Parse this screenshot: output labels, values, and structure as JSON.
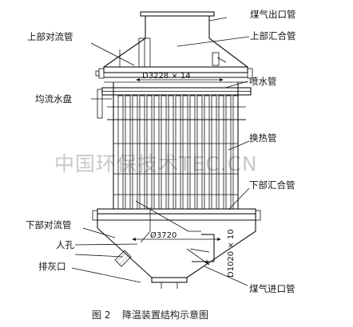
{
  "labels": {
    "gas_outlet_pipe": "煤气出口管",
    "upper_header": "上部汇合管",
    "upper_convection_pipe": "上部对流管",
    "spray_pipe": "喷水管",
    "distribution_tray": "均流水盘",
    "heat_exchange_tube": "换热管",
    "lower_header": "下部汇合管",
    "lower_convection_pipe": "下部对流管",
    "manhole": "人孔",
    "ash_outlet": "排灰口",
    "gas_inlet_pipe": "煤气进口管"
  },
  "dimensions": {
    "upper_diameter": "D3228 × 14",
    "lower_diameter": "Ø3720",
    "inlet_pipe": "D1020 × 10"
  },
  "watermark": "中国环保技术TEC.CN",
  "caption": {
    "figure_number": "图 2",
    "title": "降温装置结构示意图"
  },
  "colors": {
    "line": "#111111",
    "watermark": "#c9c9c9",
    "background": "#ffffff"
  }
}
